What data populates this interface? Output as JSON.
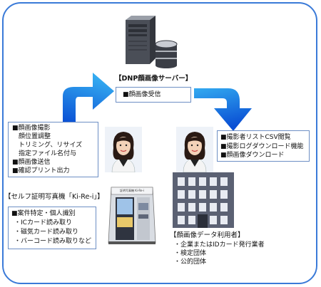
{
  "server": {
    "title": "【DNP顔画像サーバー】",
    "box_text": "■顔画像受信"
  },
  "left_box": {
    "lines": [
      "■顔画像撮影",
      "　顔位置調整",
      "　トリミング、リサイズ",
      "　指定ファイル名付与",
      "■顔画像送信",
      "■確認プリント出力"
    ]
  },
  "right_box": {
    "lines": [
      "■撮影者リストCSV閲覧",
      "■撮影ログダウンロード機能",
      "■顔画像ダウンロード"
    ]
  },
  "kiosk": {
    "title": "【セルフ証明写真機「Ki-Re-i」】",
    "sign_text": "証明写真機 Ki-Re-i",
    "lines": [
      "■案件特定・個人識別",
      "・ICカード読み取り",
      "・磁気カード読み取り",
      "・バーコード読み取りなど"
    ]
  },
  "users": {
    "title": "【顔画像データ利用者】",
    "lines": [
      "・企業またはIDカード発行業者",
      "・検定団体",
      "・公的団体"
    ]
  },
  "colors": {
    "border": "#3a7ad8",
    "arrow_light": "#33aaf0",
    "arrow_dark": "#0a4fd4",
    "building": "#5b6173",
    "window": "#e8ebf2"
  }
}
